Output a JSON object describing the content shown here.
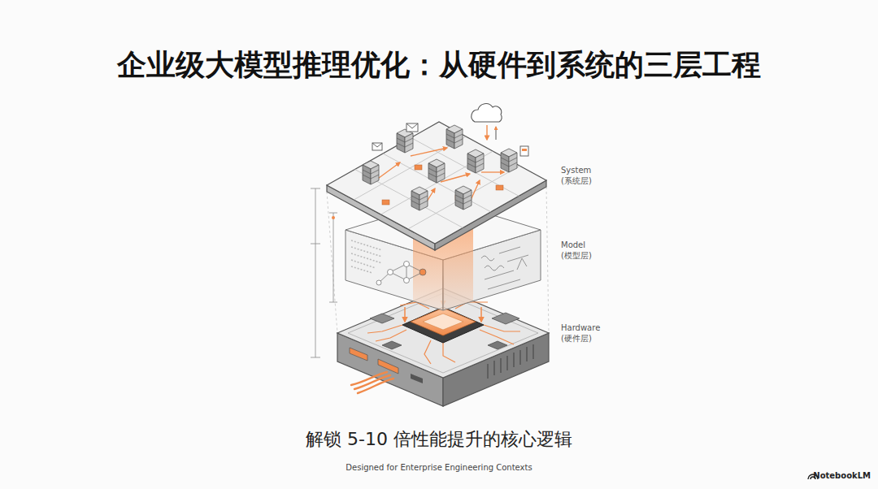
{
  "diagram": {
    "title": "企业级大模型推理优化：从硬件到系统的三层工程",
    "caption": "解锁 5-10 倍性能提升的核心逻辑",
    "labels": [
      "System",
      "(系统层)",
      "Model",
      "(模型层)",
      "Hardware",
      "(硬件层)",
      "Designed for Enterprise Engineering Contexts",
      "NotebookLM"
    ]
  }
}
